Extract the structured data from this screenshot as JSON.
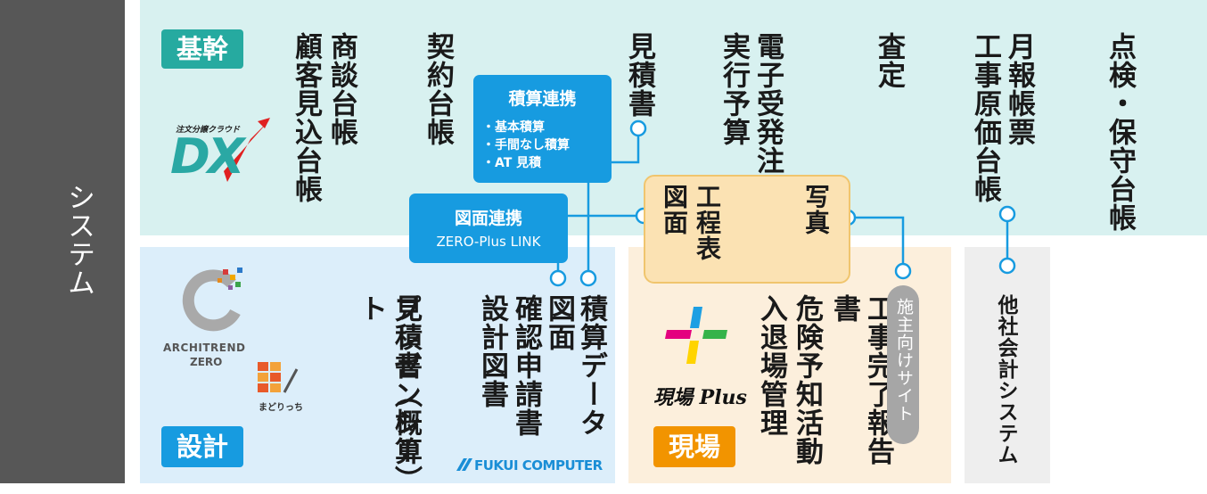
{
  "side_label": "システム",
  "sections": {
    "kikan": "基幹",
    "sekkei": "設計",
    "genba": "現場"
  },
  "logos": {
    "dx_small": "注文分譲クラウド",
    "dx_big": "DX",
    "architrend_line1": "ARCHITREND",
    "architrend_line2": "ZERO",
    "madoricchi": "まどりっち",
    "fukui": "FUKUI COMPUTER",
    "genba_plus": "現場 Plus"
  },
  "kikan_items": {
    "shodan": "商談台帳",
    "kokyaku": "顧客見込台帳",
    "keiyaku": "契約台帳",
    "mitsumori": "見積書",
    "denshi": "電子受発注",
    "jikko": "実行予算",
    "satei": "査定",
    "geppo": "月報帳票",
    "genka": "工事原価台帳",
    "tenken": "点検・保守台帳"
  },
  "sekisan_box": {
    "title": "積算連携",
    "items": [
      "・基本積算",
      "・手間なし積算",
      "・AT 見積"
    ]
  },
  "zumen_box": {
    "title": "図面連携",
    "subtitle": "ZERO-Plus LINK"
  },
  "center_box": {
    "zumen": "図面",
    "koteihyo": "工程表",
    "shashin": "写真"
  },
  "sekkei_items": {
    "sekisan_data": "積算データ",
    "zumen": "図面",
    "kakunin": "確認申請書",
    "sekkei_zusho": "設計図書",
    "mitsumori_gaisan": "見積書（概算）",
    "presen": "プレゼンシート"
  },
  "genba_items": {
    "koji_kanryo": "工事完了報告書",
    "kiken": "危険予知活動",
    "nyutai": "入退場管理",
    "sesyu_site": "施主向けサイト"
  },
  "other": {
    "kaikei": "他社会計システム"
  },
  "colors": {
    "side": "#575757",
    "kikan_bg": "#d8f1f0",
    "sekkei_bg": "#dceefa",
    "genba_bg": "#fcefdc",
    "other_bg": "#eeeeee",
    "teal": "#26aaa0",
    "blue": "#179be0",
    "orange": "#f29400",
    "center_fill": "#fbe2b3",
    "center_border": "#f0c56e"
  }
}
